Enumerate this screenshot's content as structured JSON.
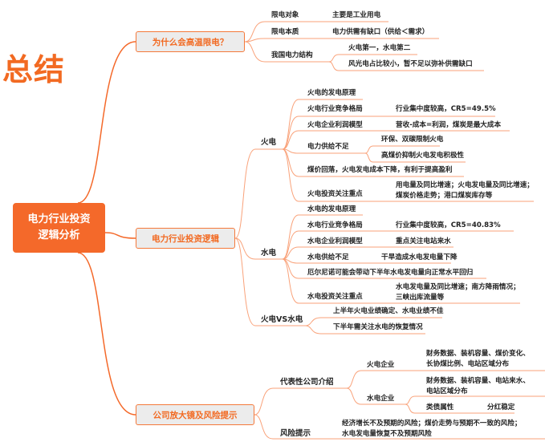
{
  "title": "总结",
  "root": {
    "line1": "电力行业投资",
    "line2": "逻辑分析"
  },
  "branches": {
    "why": {
      "label": "为什么会高温限电？",
      "items": [
        {
          "label": "限电对象",
          "value": "主要是工业用电"
        },
        {
          "label": "限电本质",
          "value": "电力供需有缺口（供给＜需求）"
        },
        {
          "label": "我国电力结构",
          "subs": [
            "火电第一，水电第二",
            "风光电占比较小，暂不足以弥补供需缺口"
          ]
        }
      ]
    },
    "logic": {
      "label": "电力行业投资逻辑",
      "thermal": {
        "label": "火电",
        "items": [
          {
            "label": "火电的发电原理"
          },
          {
            "label": "火电行业竞争格局",
            "value": "行业集中度较高，CR5=49.5%"
          },
          {
            "label": "火电企业利润模型",
            "value": "营收-成本=利润，煤炭是最大成本"
          },
          {
            "label": "电力供给不足",
            "subs": [
              "环保、双碳限制火电",
              "高煤价抑制火电发电积极性"
            ]
          },
          {
            "label": "煤价回落，火电发电成本下降，有利于提高盈利"
          },
          {
            "label": "火电投资关注重点",
            "value_lines": [
              "用电量及同比增速；火电发电量及同比增速；",
              "煤炭价格走势；港口煤炭库存等"
            ]
          }
        ]
      },
      "hydro": {
        "label": "水电",
        "items": [
          {
            "label": "水电的发电原理"
          },
          {
            "label": "水电行业竞争格局",
            "value": "行业集中度较高，CR5=40.83%"
          },
          {
            "label": "水电企业利润模型",
            "value": "重点关注电站来水"
          },
          {
            "label": "水电供给不足",
            "value": "干旱造成水电发电量下降"
          },
          {
            "label": "厄尔尼诺可能会带动下半年水电发电量向正常水平回归"
          },
          {
            "label": "水电投资关注重点",
            "value_lines": [
              "水电发电量及同比增速；南方降雨情况；",
              "三峡出库流量等"
            ]
          }
        ]
      },
      "versus": {
        "label": "火电VS水电",
        "subs": [
          "上半年火电业绩确定、水电业绩不佳",
          "下半年需关注水电的恢复情况"
        ]
      }
    },
    "company": {
      "label": "公司放大镜及风险提示",
      "intro": {
        "label": "代表性公司介绍",
        "thermal": {
          "label": "火电企业",
          "value_lines": [
            "财务数据、装机容量、煤价变化、",
            "长协煤比例、电站区域分布"
          ]
        },
        "hydro": {
          "label": "水电企业",
          "value_lines": [
            "财务数据、装机容量、电站来水、",
            "电站区域分布"
          ],
          "attr": {
            "label": "类债属性",
            "value": "分红稳定"
          }
        }
      },
      "risk": {
        "label": "风险提示",
        "value_lines": [
          "经济增长不及预期的风险；煤价走势与预期不一致的风险；",
          "水电发电量恢复不及预期风险"
        ]
      }
    }
  },
  "colors": {
    "accent": "#f4692a",
    "line": "#f9a27a",
    "box_bg": "#ececec"
  }
}
